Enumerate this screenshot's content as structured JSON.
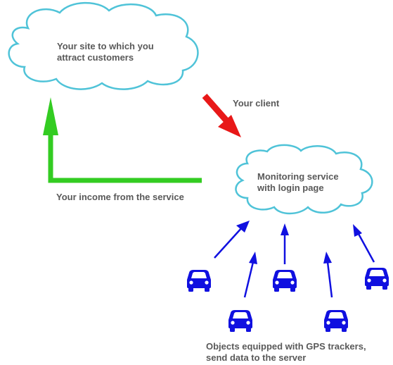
{
  "cloud_site": {
    "text": "Your site to which you\nattract customers"
  },
  "cloud_service": {
    "text": "Monitoring service\nwith login page"
  },
  "client_label": "Your client",
  "income_label": "Your income from the service",
  "objects_label": "Objects equipped with GPS trackers,\nsend data to the server",
  "colors": {
    "cloud_fill": "#ffffff",
    "cloud_stroke": "#4fc3d8",
    "client_arrow": "#e81818",
    "income_arrow": "#33cc22",
    "tracker_arrows": "#1010e0",
    "cars": "#1010e0",
    "text": "#595959"
  },
  "icons": {
    "car": "car-icon",
    "cloud": "cloud-shape"
  },
  "cars": [
    {
      "id": "car-1"
    },
    {
      "id": "car-2"
    },
    {
      "id": "car-3"
    },
    {
      "id": "car-4"
    },
    {
      "id": "car-5"
    },
    {
      "id": "car-6"
    }
  ]
}
